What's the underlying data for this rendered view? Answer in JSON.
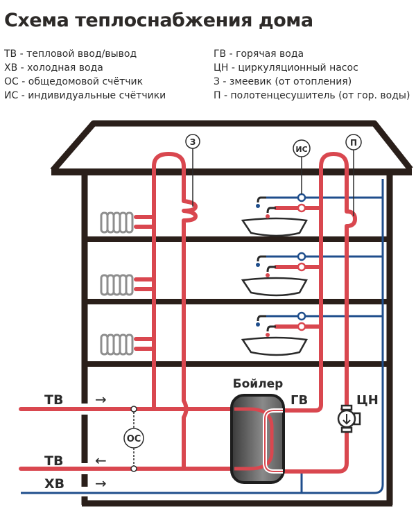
{
  "title": "Схема теплоснабжения дома",
  "legend_left": [
    "ТВ - тепловой ввод/вывод",
    "ХВ - холодная вода",
    "ОС - общедомовой счётчик",
    "ИС - индивидуальные счётчики"
  ],
  "legend_right": [
    "ГВ - горячая вода",
    "ЦН - циркуляционный насос",
    "З - змеевик (от отопления)",
    "П - полотенцесушитель (от гор. воды)"
  ],
  "labels": {
    "tv_in": "ТВ",
    "tv_out": "ТВ",
    "xv": "ХВ",
    "boiler": "Бойлер",
    "gv": "ГВ",
    "cn": "ЦН",
    "oc": "ОС",
    "is": "ИС",
    "z": "З",
    "p": "П",
    "arrow_in": "→",
    "arrow_out": "←",
    "arrow_xv": "→"
  },
  "colors": {
    "hot": "#d9474f",
    "cold": "#1f4e8c",
    "structure": "#2a1f1a"
  }
}
